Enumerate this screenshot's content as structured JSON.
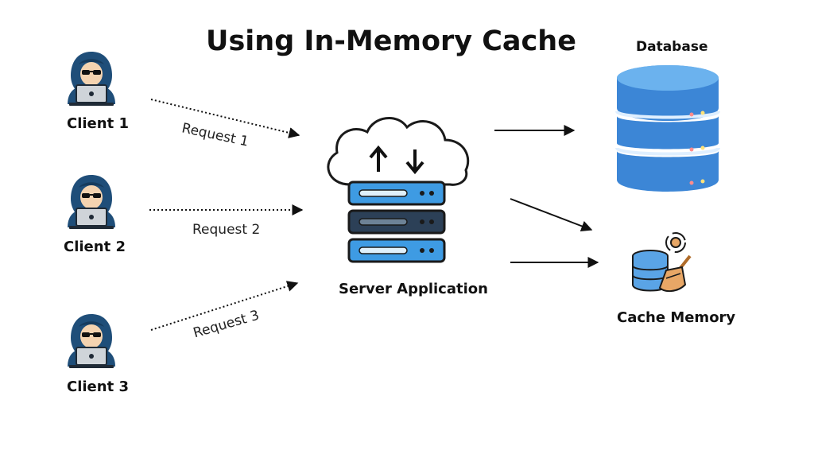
{
  "title": "Using In-Memory Cache",
  "clients": [
    {
      "label": "Client 1"
    },
    {
      "label": "Client 2"
    },
    {
      "label": "Client 3"
    }
  ],
  "requests": [
    {
      "label": "Request 1"
    },
    {
      "label": "Request 2"
    },
    {
      "label": "Request 3"
    }
  ],
  "server": {
    "label": "Server Application"
  },
  "database": {
    "label": "Database"
  },
  "cache": {
    "label": "Cache Memory"
  },
  "colors": {
    "hood": "#1f4e79",
    "laptop": "#cfd4d9",
    "server_blue": "#3e9be3",
    "server_dark": "#1f3346",
    "db_light": "#5aa4e6",
    "db_mid": "#3c86d6",
    "broom": "#e8a766",
    "text": "#111111"
  },
  "icons": [
    "hacker-icon",
    "cloud-server-icon",
    "database-icon",
    "cache-memory-icon"
  ]
}
